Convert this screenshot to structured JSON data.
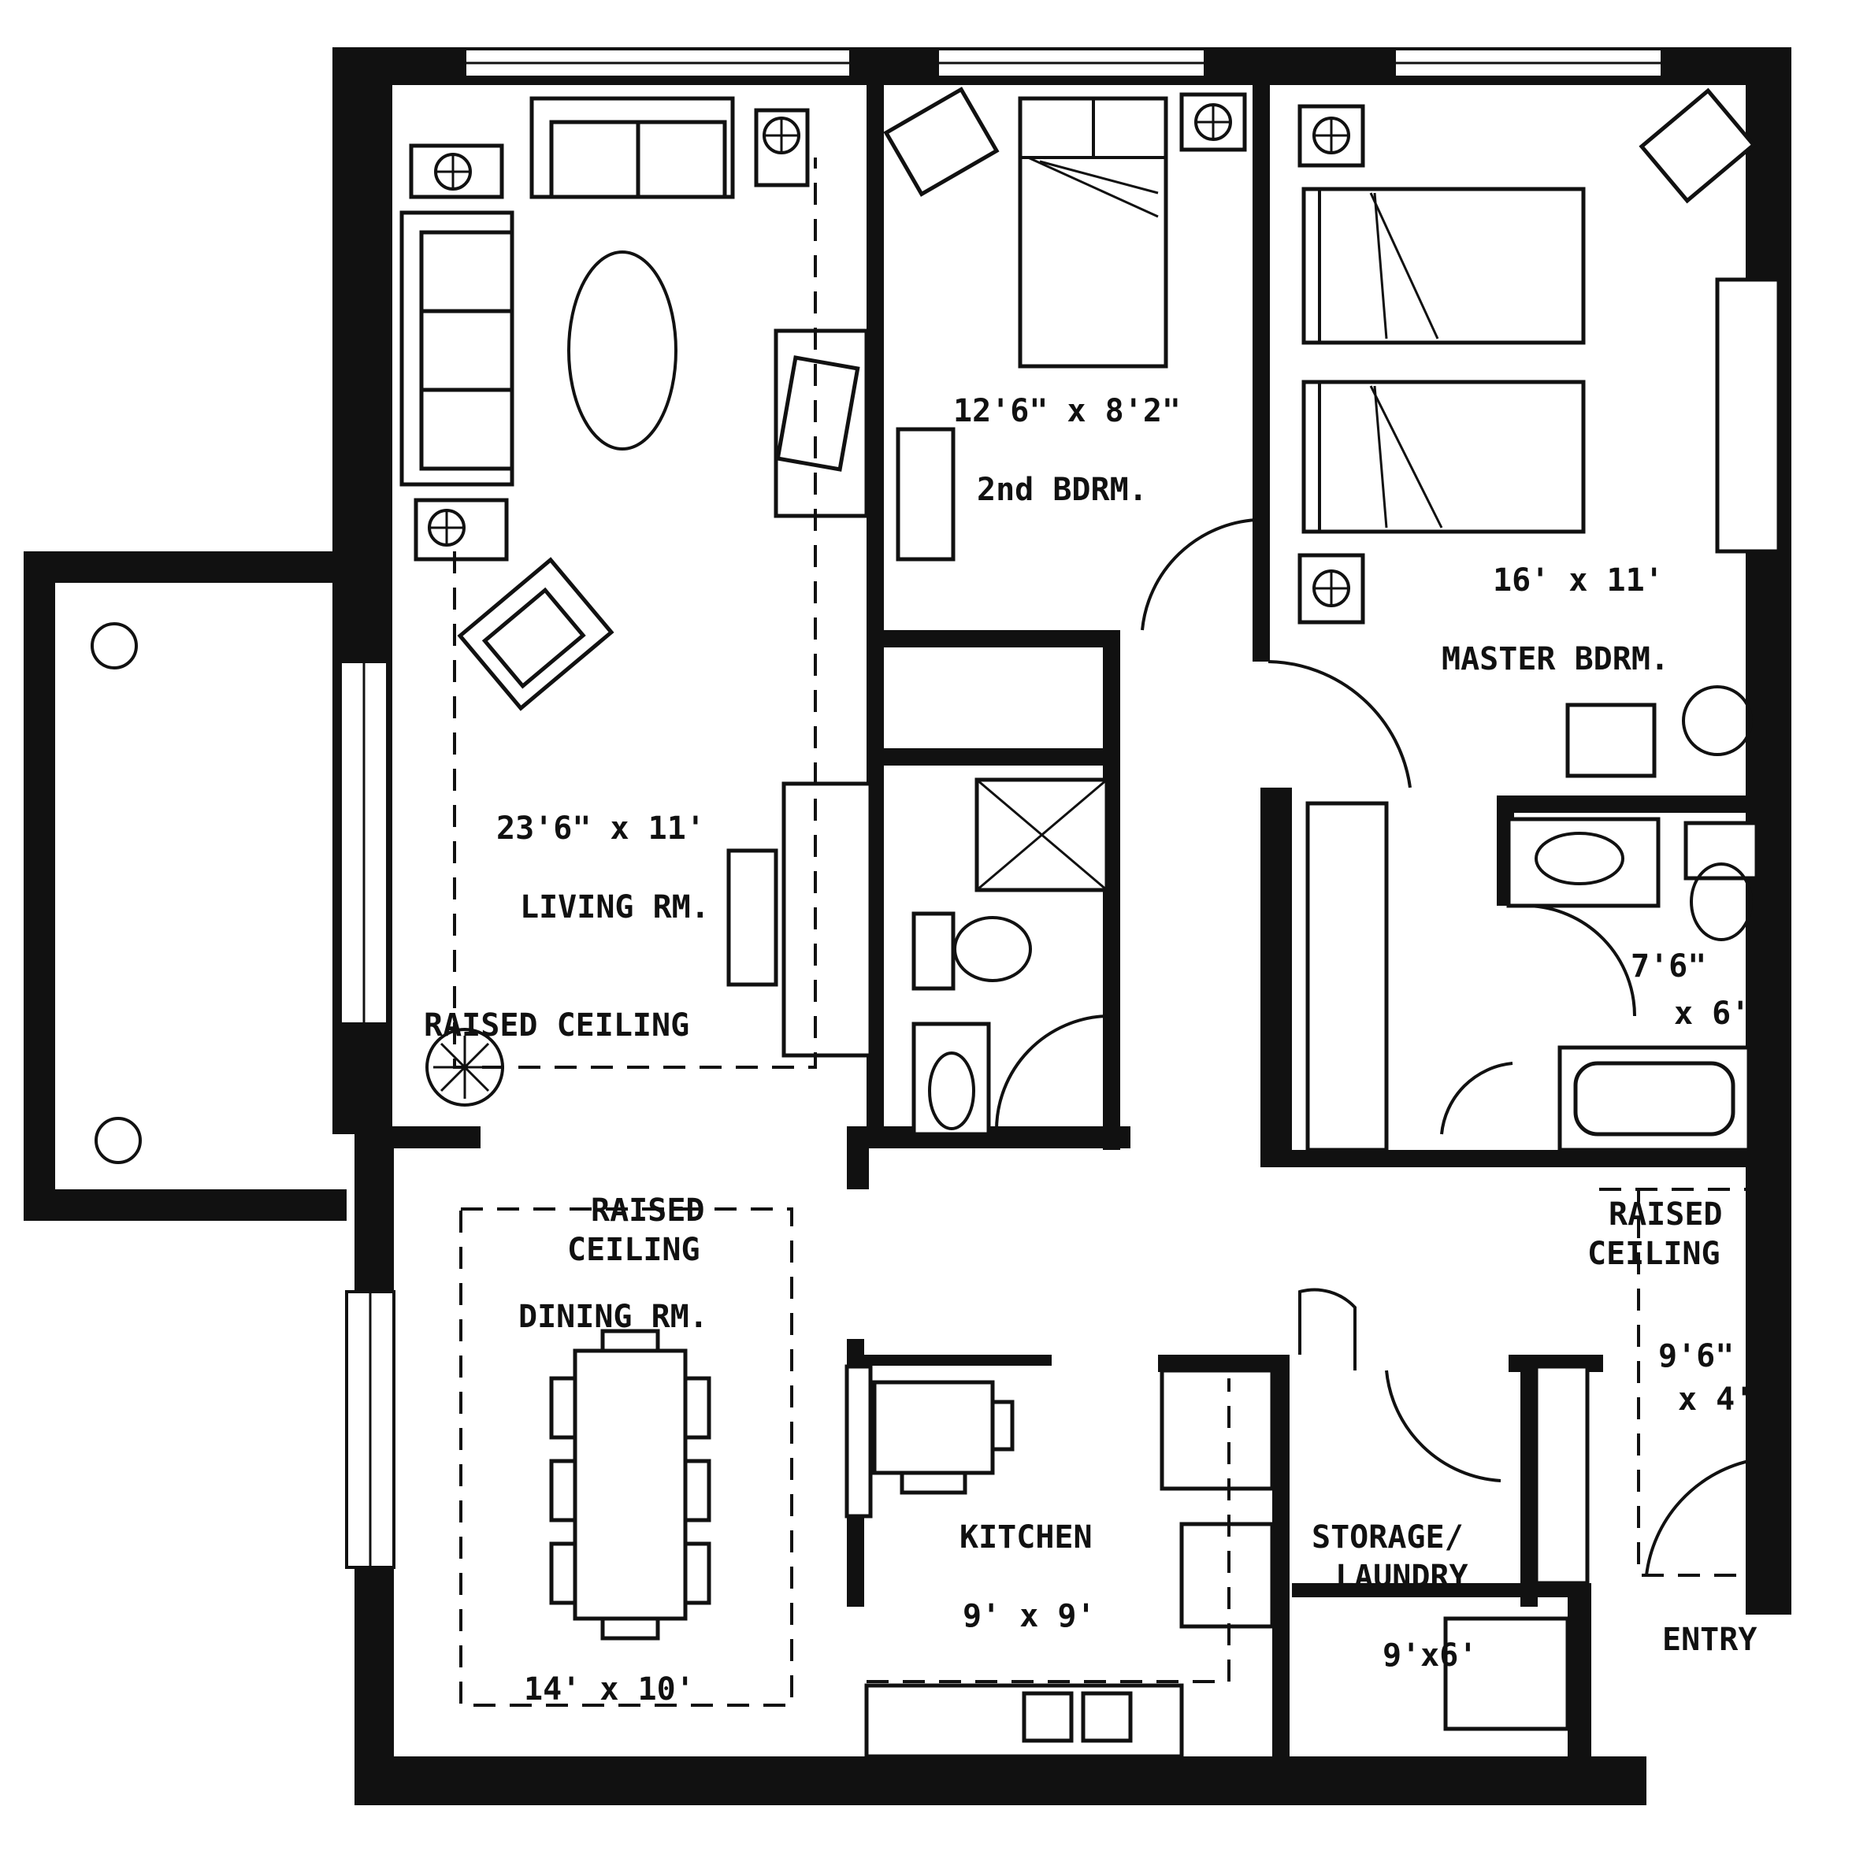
{
  "rooms": {
    "living": {
      "dims": "23'6\" x 11'",
      "name": "LIVING RM.",
      "ceiling": "RAISED CEILING"
    },
    "second_bedroom": {
      "dims": "12'6\" x 8'2\"",
      "name": "2nd BDRM."
    },
    "master_bedroom": {
      "dims": "16' x 11'",
      "name": "MASTER BDRM."
    },
    "master_bath": {
      "dims_line1": "7'6\"",
      "dims_line2": "x 6'"
    },
    "dining": {
      "ceiling_line1": "RAISED",
      "ceiling_line2": "CEILING",
      "name": "DINING RM.",
      "dims": "14' x 10'"
    },
    "kitchen": {
      "name": "KITCHEN",
      "dims": "9' x 9'"
    },
    "storage": {
      "name_line1": "STORAGE/",
      "name_line2": "LAUNDRY",
      "dims": "9'x6'"
    },
    "entry": {
      "ceiling_line1": "RAISED",
      "ceiling_line2": "CEILING",
      "dims_line1": "9'6\"",
      "dims_line2": "x 4'",
      "name": "ENTRY"
    }
  }
}
